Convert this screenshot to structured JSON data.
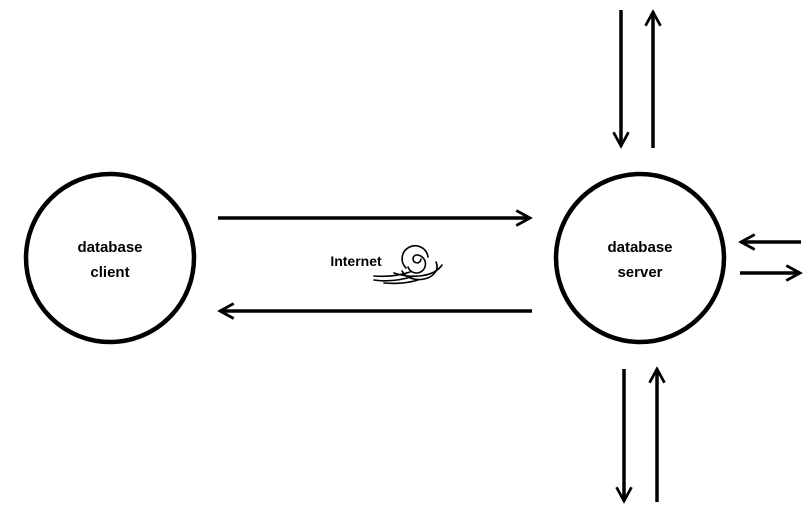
{
  "diagram": {
    "nodes": {
      "client": {
        "line1": "database",
        "line2": "client"
      },
      "server": {
        "line1": "database",
        "line2": "server"
      }
    },
    "link_label": "Internet",
    "icons": {
      "network": "swirl-icon"
    },
    "colors": {
      "stroke": "#000000",
      "background": "#ffffff"
    }
  }
}
